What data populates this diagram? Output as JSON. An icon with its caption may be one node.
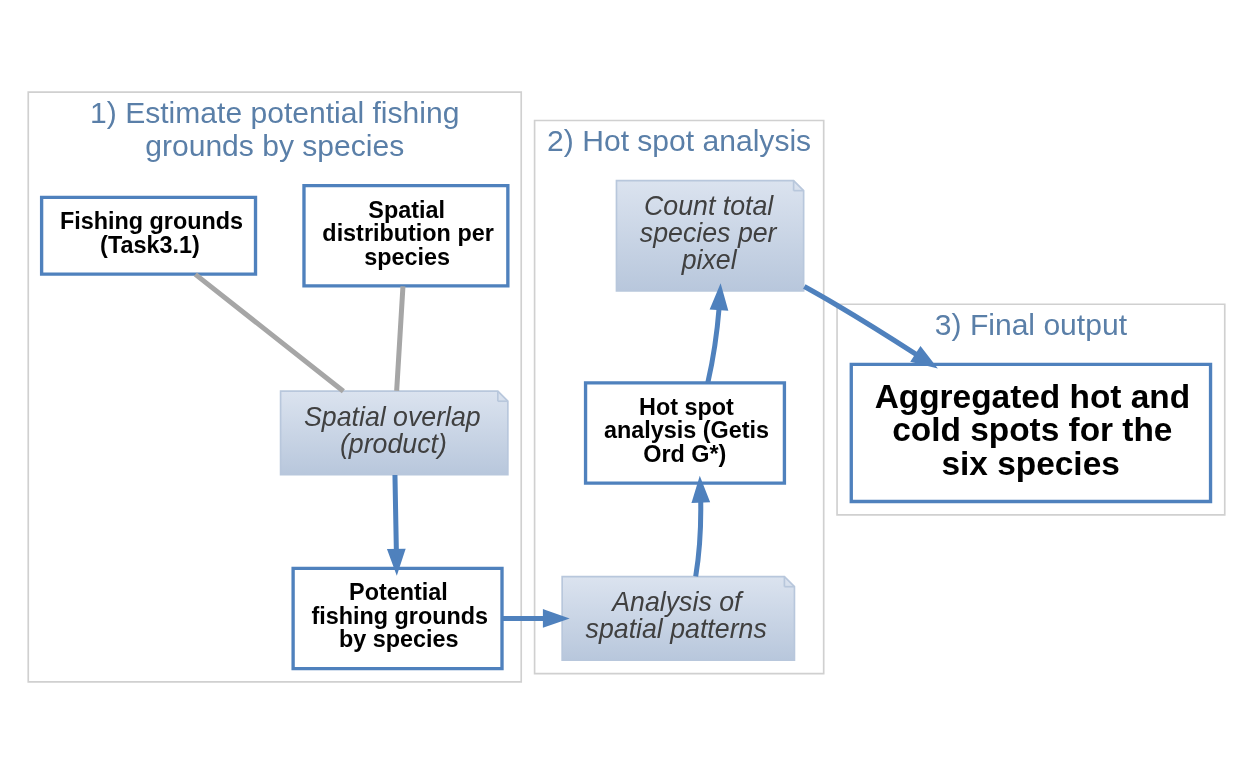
{
  "diagram": {
    "nodes": [
      {
        "text": [
          "1) Estimate potential fishing grounds by species"
        ]
      },
      {
        "text": [
          "Spatial distribution per species"
        ],
        "in": 0
      },
      {
        "text": [
          "Fishing grounds (Task3.1)"
        ],
        "in": 0
      },
      {
        "text": [
          "Spatial overlap (product)"
        ],
        "in": 0
      },
      {
        "text": [
          "Potential fishing grounds by species"
        ],
        "in": 0
      },
      {
        "text": [
          "2) Hot spot analysis"
        ]
      },
      {
        "text": [
          "Count total species per pixel"
        ],
        "in": 5
      },
      {
        "text": [
          "Hot spot analysis (Getis Ord G*)"
        ],
        "in": 5
      },
      {
        "text": [
          "Analysis of spatial patterns"
        ],
        "in": 5
      },
      {
        "text": [
          "3) Final output"
        ]
      },
      {
        "text": [
          "Aggregated hot and cold spots for the six species"
        ],
        "in": 9
      }
    ],
    "edges": [
      {
        "from": 1,
        "to": 3,
        "arrow": "none",
        "color": "#a6a6a6"
      },
      {
        "from": 2,
        "to": 3,
        "arrow": "none",
        "color": "#a6a6a6"
      },
      {
        "from": 3,
        "to": 4,
        "arrow": "to"
      },
      {
        "from": 4,
        "to": 8,
        "arrow": "to"
      },
      {
        "from": 8,
        "to": 7,
        "arrow": "to"
      },
      {
        "from": 7,
        "to": 6,
        "arrow": "to"
      },
      {
        "from": 6,
        "to": 10,
        "arrow": "to"
      }
    ]
  }
}
